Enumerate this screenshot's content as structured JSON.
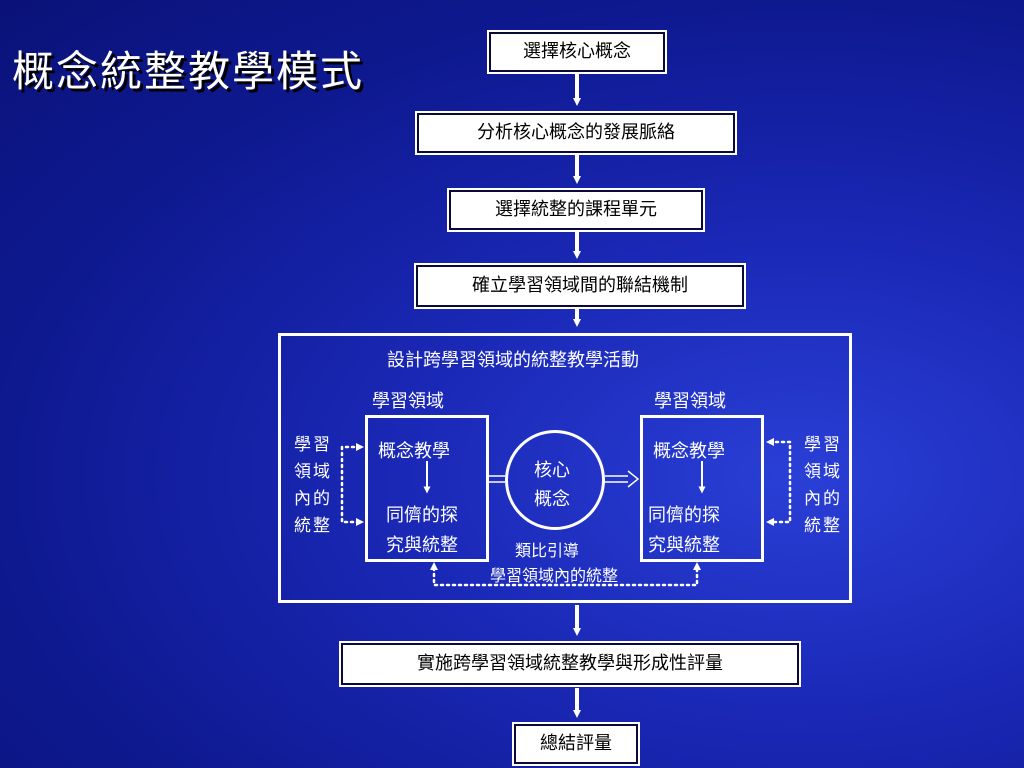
{
  "title": "概念統整教學模式",
  "steps": {
    "step1": "選擇核心概念",
    "step2": "分析核心概念的發展脈絡",
    "step3": "選擇統整的課程單元",
    "step4": "確立學習領域間的聯結機制",
    "step6": "實施跨學習領域統整教學與形成性評量",
    "step7": "總結評量"
  },
  "activity": {
    "heading": "設計跨學習領域的統整教學活動",
    "left_domain": {
      "label": "學習領域",
      "top_text": "概念教學",
      "bottom_line1": "同儕的探",
      "bottom_line2": "究與統整",
      "side_text": "學習領域內的統整"
    },
    "right_domain": {
      "label": "學習領域",
      "top_text": "概念教學",
      "bottom_line1": "同儕的探",
      "bottom_line2": "究與統整",
      "side_text": "學習領域內的統整"
    },
    "core_line1": "核心",
    "core_line2": "概念",
    "analogy_text": "類比引導",
    "bottom_integration_text": "學習領域內的統整"
  }
}
